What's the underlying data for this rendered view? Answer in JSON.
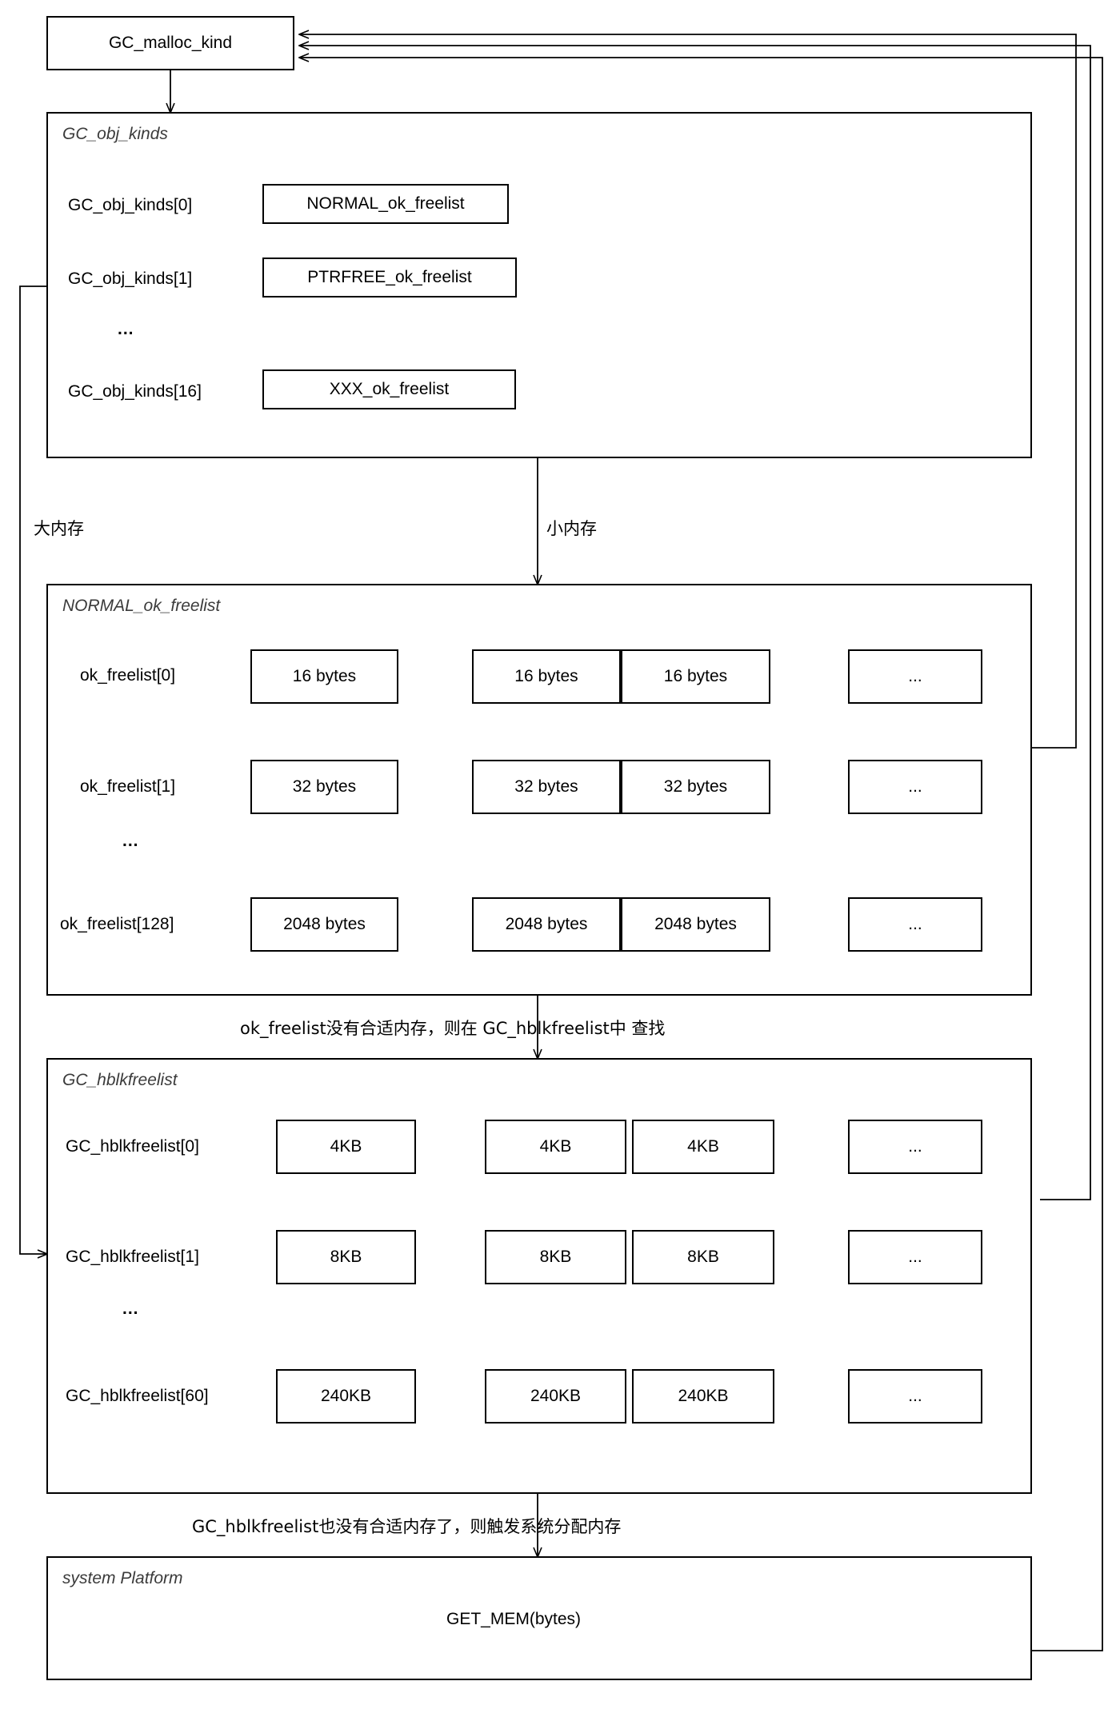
{
  "diagram": {
    "title_hidden": "",
    "entry_node": {
      "label": "GC_malloc_kind"
    },
    "obj_kinds": {
      "title": "GC_obj_kinds",
      "rows": [
        {
          "label": "GC_obj_kinds[0]",
          "value": "NORMAL_ok_freelist"
        },
        {
          "label": "GC_obj_kinds[1]",
          "value": "PTRFREE_ok_freelist"
        },
        {
          "label": "...",
          "value": ""
        },
        {
          "label": "GC_obj_kinds[16]",
          "value": "XXX_ok_freelist"
        }
      ]
    },
    "branch_labels": {
      "large": "大内存",
      "small": "小内存"
    },
    "normal_freelist": {
      "title": "NORMAL_ok_freelist",
      "rows": [
        {
          "label": "ok_freelist[0]",
          "nodes": [
            "16 bytes",
            "16 bytes",
            "16 bytes",
            "..."
          ]
        },
        {
          "label": "ok_freelist[1]",
          "nodes": [
            "32 bytes",
            "32 bytes",
            "32 bytes",
            "..."
          ]
        },
        {
          "label": "...",
          "nodes": []
        },
        {
          "label": "ok_freelist[128]",
          "nodes": [
            "2048 bytes",
            "2048 bytes",
            "2048 bytes",
            "..."
          ]
        }
      ]
    },
    "transition_1": "ok_freelist没有合适内存，则在 GC_hblkfreelist中 查找",
    "hblk_freelist": {
      "title": "GC_hblkfreelist",
      "rows": [
        {
          "label": "GC_hblkfreelist[0]",
          "nodes": [
            "4KB",
            "4KB",
            "4KB",
            "..."
          ]
        },
        {
          "label": "GC_hblkfreelist[1]",
          "nodes": [
            "8KB",
            "8KB",
            "8KB",
            "..."
          ]
        },
        {
          "label": "...",
          "nodes": []
        },
        {
          "label": "GC_hblkfreelist[60]",
          "nodes": [
            "240KB",
            "240KB",
            "240KB",
            "..."
          ]
        }
      ]
    },
    "transition_2": "GC_hblkfreelist也没有合适内存了，则触发系统分配内存",
    "system_platform": {
      "title": "system Platform",
      "call": "GET_MEM(bytes)"
    }
  }
}
